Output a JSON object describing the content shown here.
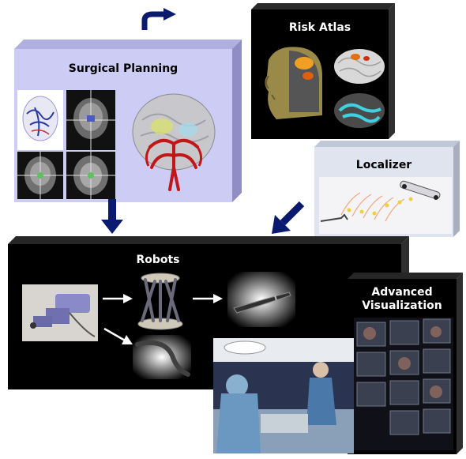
{
  "surgical_planning": {
    "title": "Surgical Planning"
  },
  "risk_atlas": {
    "title": "Risk Atlas"
  },
  "localizer": {
    "title": "Localizer"
  },
  "robots": {
    "title": "Robots"
  },
  "advanced_visualization": {
    "title_line1": "Advanced",
    "title_line2": "Visualization"
  },
  "colors": {
    "planning_panel": "#ccccf4",
    "localizer_panel": "#dfe4ee",
    "dark_panel": "#000000",
    "arrow": "#0a1a6e"
  }
}
